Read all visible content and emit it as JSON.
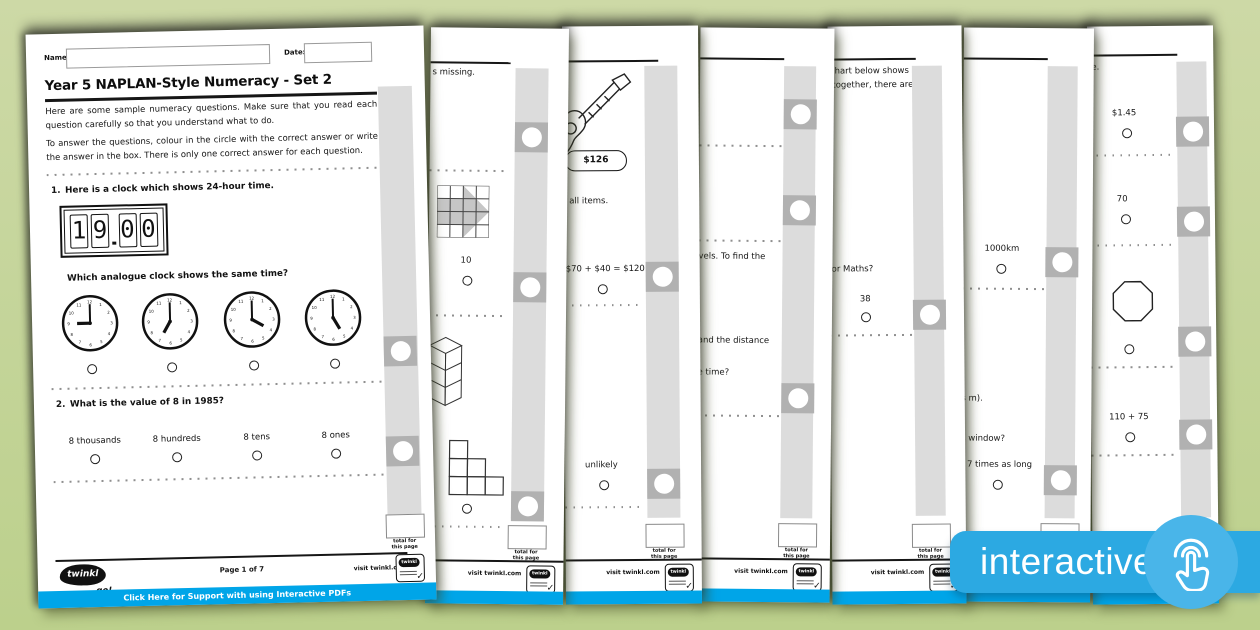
{
  "colors": {
    "background": "#c5d59b",
    "support_bar": "#00a5e8",
    "banner": "#2ca9e2",
    "banner_circle": "#49b5e9",
    "sidebar_gray": "#dcdcdc",
    "check_button_gray": "#b1b1b1"
  },
  "banner": {
    "label": "interactive"
  },
  "shared": {
    "visit": "visit twinkl.com",
    "total_line1": "total for",
    "total_line2": "this page",
    "stamp_brand": "twinkl"
  },
  "page1": {
    "name_label": "Name:",
    "date_label": "Date:",
    "title": "Year 5 NAPLAN-Style Numeracy - Set 2",
    "intro1": "Here are some sample numeracy questions. Make sure that you read each question carefully so that you understand what to do.",
    "intro2": "To answer the questions, colour in the circle with the correct answer or write the answer in the box. There is only one correct answer for each question.",
    "q1_number": "1.",
    "q1_text": "Here is a clock which shows 24-hour time.",
    "digital_digits": [
      "1",
      "9",
      "0",
      "0"
    ],
    "q1_prompt": "Which analogue clock shows the same time?",
    "clock_times": [
      "9:00",
      "7:00",
      "4:00",
      "5:00"
    ],
    "q2_number": "2.",
    "q2_text": "What is the value of 8 in 1985?",
    "q2_options": [
      "8 thousands",
      "8 hundreds",
      "8 tens",
      "8 ones"
    ],
    "brand": "twinkl",
    "brand_sub": "go!",
    "page_indicator": "Page 1 of 7",
    "support_label": "Click Here for Support with using Interactive PDFs"
  },
  "page2": {
    "top_fragment": "s missing.",
    "answer_10": "10"
  },
  "page3": {
    "price": "$126",
    "items_fragment": "all items.",
    "sum_option": "$70 + $40 = $120",
    "likely_option": "unlikely"
  },
  "page4": {
    "fragment1": "vels. To find the",
    "fragment2": "and the distance",
    "fragment3": "e time?"
  },
  "page5": {
    "fragment1": "chart below shows",
    "fragment2": "ltogether, there are",
    "fragment3": "or Maths?",
    "answer_38": "38"
  },
  "page6": {
    "distance": "1000km",
    "fragment1": "s m).",
    "fragment2": "s window?",
    "option": "7 times as long"
  },
  "page7": {
    "fragment_top": "e.",
    "price": "$1.45",
    "answer_70": "70",
    "sum": "110 + 75"
  }
}
